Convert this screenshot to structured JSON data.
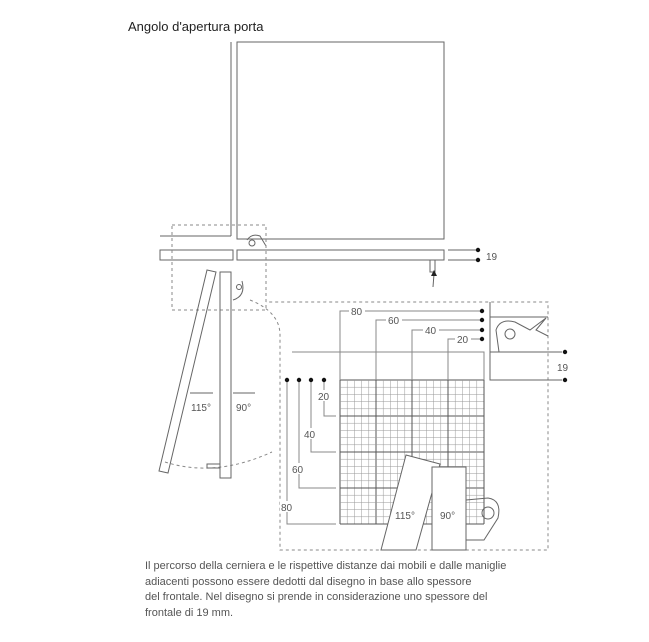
{
  "title": "Angolo d'apertura porta",
  "diagram": {
    "front_thickness_label": "19",
    "hinge_thickness_label": "19",
    "top_distances": [
      "80",
      "60",
      "40",
      "20"
    ],
    "left_distances": [
      "20",
      "40",
      "60",
      "80"
    ],
    "angle_labels": {
      "open_wide": "115°",
      "open_right": "90°"
    }
  },
  "caption": [
    "Il percorso della cerniera e le rispettive distanze dai mobili e dalle maniglie",
    "adiacenti possono essere dedotti dal disegno in base allo spessore",
    "del frontale. Nel disegno si prende in considerazione uno spessore del",
    "frontale di 19 mm."
  ]
}
